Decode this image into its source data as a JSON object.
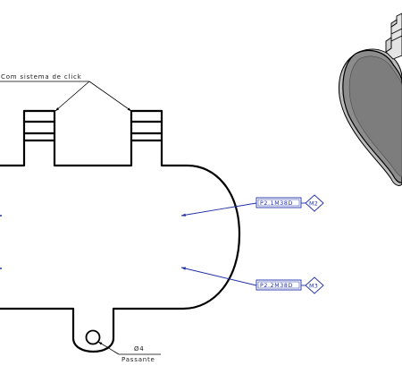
{
  "annotations": {
    "click_system_note": "Com sistema de click",
    "diameter_note": "Ø4",
    "hole_note": "Passante"
  },
  "callouts": [
    {
      "code": "P2.1M38D",
      "marker": "M2"
    },
    {
      "code": "P2.2M38D",
      "marker": "M3"
    }
  ],
  "colors": {
    "line": "#000000",
    "leader": "#1f2fa8",
    "shade_face": "#8c8c8c",
    "shade_edge": "#5a5a5a",
    "shade_side": "#bdbdbd"
  }
}
